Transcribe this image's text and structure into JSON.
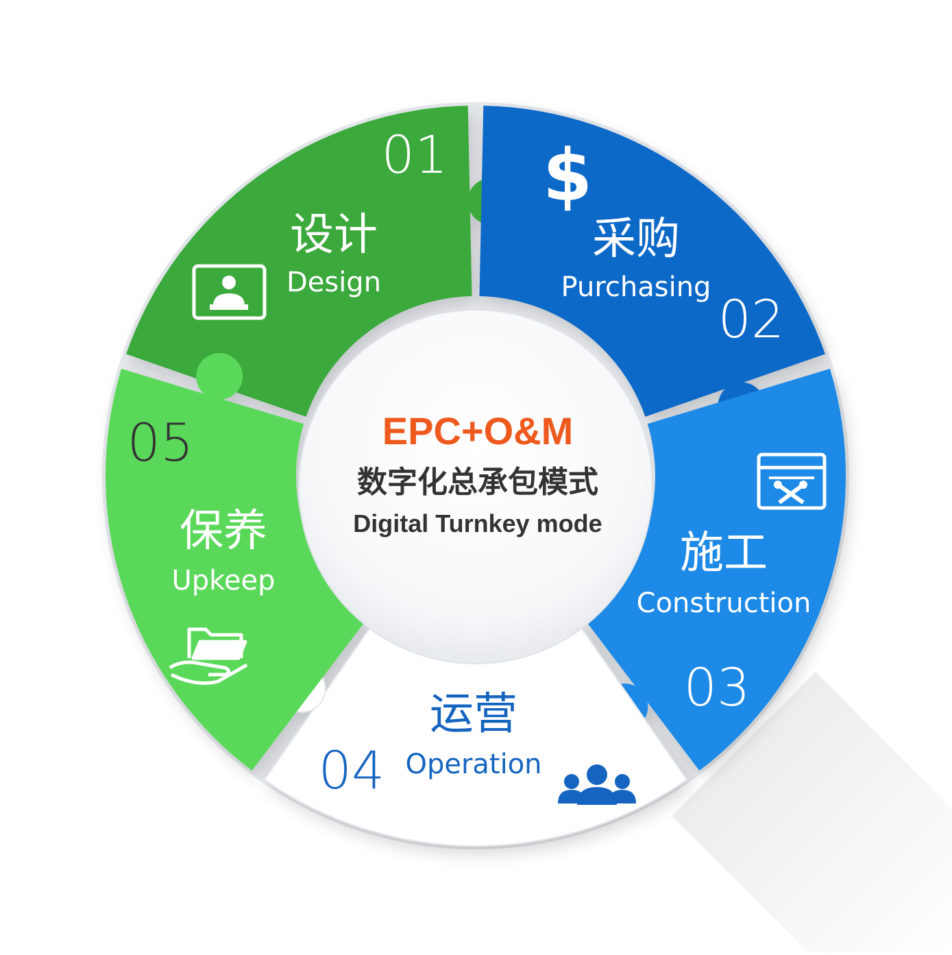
{
  "colors": {
    "design": "#3aa93a",
    "purchasing": "#0b69c8",
    "construction": "#1d8ae6",
    "operation": "#ffffff",
    "upkeep": "#5ad85a",
    "center_title": "#ee5a1e",
    "center_text": "#333333",
    "operation_text": "#1565c0",
    "dark_number": "#333333"
  },
  "center": {
    "title": "EPC+O&M",
    "subtitle_zh": "数字化总承包模式",
    "subtitle_en": "Digital Turnkey mode"
  },
  "segments": [
    {
      "id": "design",
      "number": "01",
      "zh": "设计",
      "en": "Design",
      "icon": "designer-at-screen-icon"
    },
    {
      "id": "purchasing",
      "number": "02",
      "zh": "采购",
      "en": "Purchasing",
      "icon": "dollar-icon"
    },
    {
      "id": "construction",
      "number": "03",
      "zh": "施工",
      "en": "Construction",
      "icon": "tools-window-icon"
    },
    {
      "id": "operation",
      "number": "04",
      "zh": "运营",
      "en": "Operation",
      "icon": "people-group-icon"
    },
    {
      "id": "upkeep",
      "number": "05",
      "zh": "保养",
      "en": "Upkeep",
      "icon": "folder-in-hand-icon"
    }
  ]
}
